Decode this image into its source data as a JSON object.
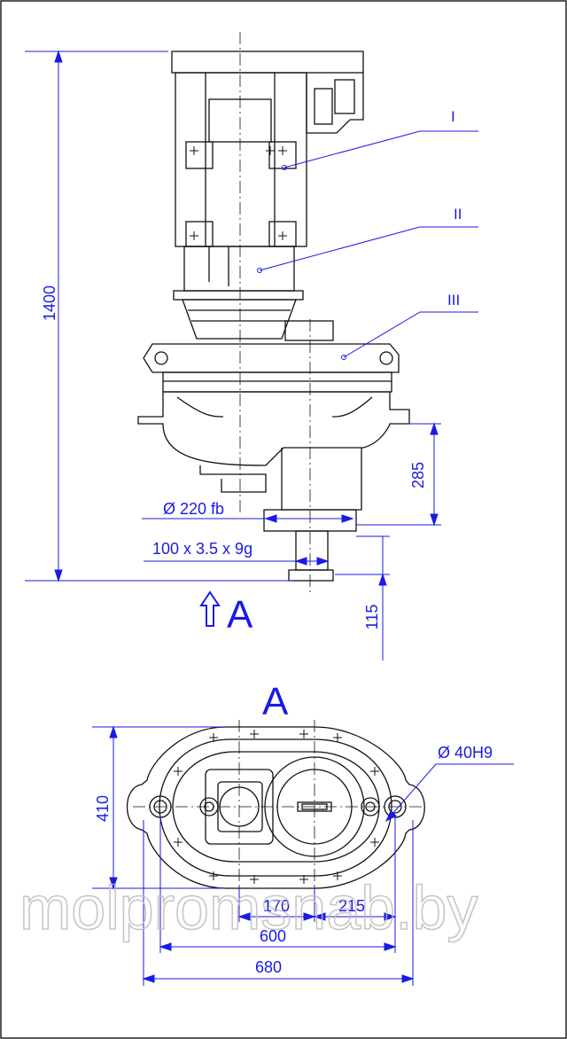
{
  "colors": {
    "dimension": "#1a1ae6",
    "line": "#111111",
    "watermark": "#bdbdbd"
  },
  "callouts": {
    "c1": "I",
    "c2": "II",
    "c3": "III"
  },
  "dimensions": {
    "height_total": "1400",
    "h285": "285",
    "h115": "115",
    "dia220": "Ø 220 fb",
    "shaft": "100 x 3.5 x 9g",
    "w410": "410",
    "w170": "170",
    "w215": "215",
    "w600": "600",
    "w680": "680",
    "dia40": "Ø 40H9"
  },
  "view": {
    "arrow_label": "A",
    "section_title": "A"
  },
  "watermark": "molpromsnab.by"
}
